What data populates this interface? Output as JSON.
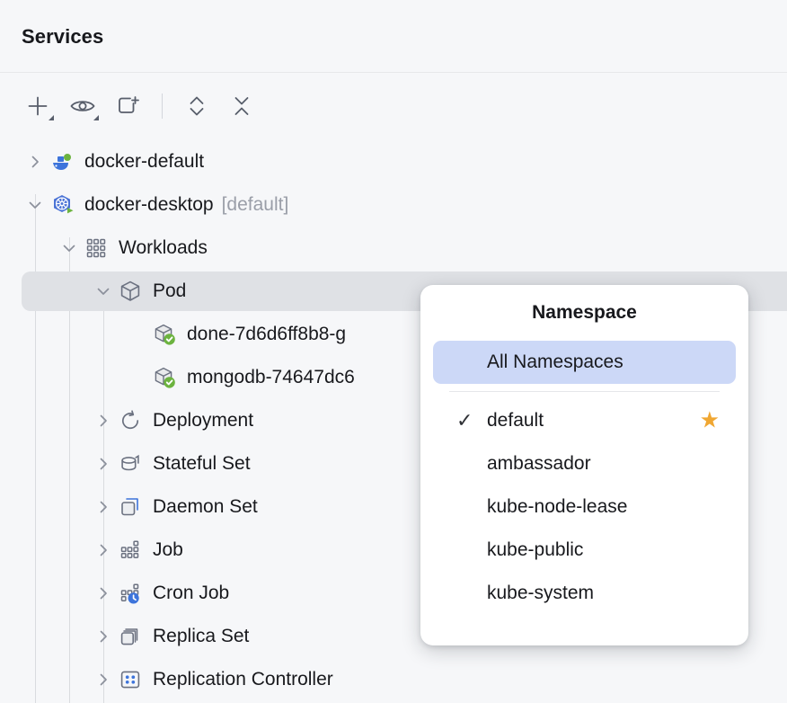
{
  "header": {
    "title": "Services"
  },
  "toolbar": {
    "buttons": [
      {
        "name": "add-service-button",
        "icon": "plus-icon",
        "has_dropdown": true
      },
      {
        "name": "view-options-button",
        "icon": "eye-icon",
        "has_dropdown": true
      },
      {
        "name": "add-tab-button",
        "icon": "add-tab-icon",
        "has_dropdown": false
      },
      {
        "name": "expand-all-button",
        "icon": "expand-all-icon",
        "has_dropdown": false
      },
      {
        "name": "collapse-all-button",
        "icon": "collapse-all-icon",
        "has_dropdown": false
      }
    ]
  },
  "tree": {
    "rows": [
      {
        "label": "docker-default",
        "suffix": "",
        "icon": "docker-whale-icon",
        "depth": 0,
        "twisty": "collapsed",
        "selected": false
      },
      {
        "label": "docker-desktop",
        "suffix": "[default]",
        "icon": "kubernetes-icon",
        "depth": 0,
        "twisty": "expanded",
        "selected": false
      },
      {
        "label": "Workloads",
        "suffix": "",
        "icon": "workloads-grid-icon",
        "depth": 1,
        "twisty": "expanded",
        "selected": false
      },
      {
        "label": "Pod",
        "suffix": "",
        "icon": "pod-cube-icon",
        "depth": 2,
        "twisty": "expanded",
        "selected": true
      },
      {
        "label": "done-7d6d6ff8b8-g",
        "suffix": "",
        "icon": "pod-running-icon",
        "depth": 3,
        "twisty": "none",
        "selected": false
      },
      {
        "label": "mongodb-74647dc6",
        "suffix": "",
        "icon": "pod-running-icon",
        "depth": 3,
        "twisty": "none",
        "selected": false
      },
      {
        "label": "Deployment",
        "suffix": "",
        "icon": "deployment-refresh-icon",
        "depth": 2,
        "twisty": "collapsed",
        "selected": false
      },
      {
        "label": "Stateful Set",
        "suffix": "",
        "icon": "stateful-set-db-icon",
        "depth": 2,
        "twisty": "collapsed",
        "selected": false
      },
      {
        "label": "Daemon Set",
        "suffix": "",
        "icon": "daemon-set-squares-icon",
        "depth": 2,
        "twisty": "collapsed",
        "selected": false
      },
      {
        "label": "Job",
        "suffix": "",
        "icon": "job-grid-icon",
        "depth": 2,
        "twisty": "collapsed",
        "selected": false
      },
      {
        "label": "Cron Job",
        "suffix": "",
        "icon": "cron-job-clock-icon",
        "depth": 2,
        "twisty": "collapsed",
        "selected": false
      },
      {
        "label": "Replica Set",
        "suffix": "",
        "icon": "replica-set-squares-icon",
        "depth": 2,
        "twisty": "collapsed",
        "selected": false
      },
      {
        "label": "Replication Controller",
        "suffix": "",
        "icon": "replication-controller-icon",
        "depth": 2,
        "twisty": "collapsed",
        "selected": false
      }
    ]
  },
  "popup": {
    "title": "Namespace",
    "items": [
      {
        "label": "All Namespaces",
        "checked": false,
        "starred": false,
        "highlighted": true,
        "separator_after": true
      },
      {
        "label": "default",
        "checked": true,
        "starred": true,
        "highlighted": false,
        "separator_after": false
      },
      {
        "label": "ambassador",
        "checked": false,
        "starred": false,
        "highlighted": false,
        "separator_after": false
      },
      {
        "label": "kube-node-lease",
        "checked": false,
        "starred": false,
        "highlighted": false,
        "separator_after": false
      },
      {
        "label": "kube-public",
        "checked": false,
        "starred": false,
        "highlighted": false,
        "separator_after": false
      },
      {
        "label": "kube-system",
        "checked": false,
        "starred": false,
        "highlighted": false,
        "separator_after": false
      }
    ],
    "check_glyph": "✓",
    "star_glyph": "★"
  },
  "colors": {
    "background": "#f6f7f9",
    "selected_row": "#dfe1e5",
    "popup_highlight": "#ccd8f7",
    "star": "#f0a732",
    "accent_blue": "#3d74db",
    "status_green": "#6cb33f",
    "text": "#18191d",
    "text_dim": "#9a9ea8"
  }
}
